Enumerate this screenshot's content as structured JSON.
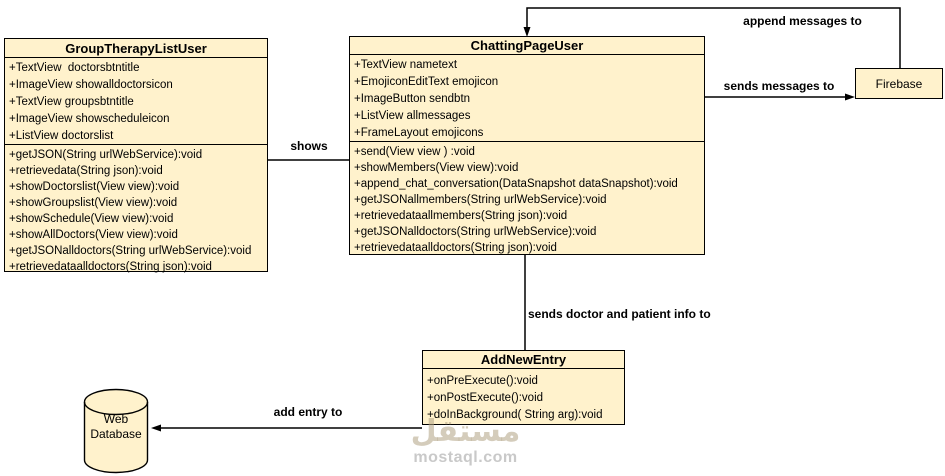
{
  "diagram": {
    "classes": [
      {
        "title": "GroupTherapyListUser",
        "attributes": [
          "+TextView  doctorsbtntitle",
          "+ImageView showalldoctorsicon",
          "+TextView groupsbtntitle",
          "+ImageView showscheduleicon",
          "+ListView doctorslist"
        ],
        "methods": [
          "+getJSON(String urlWebService):void",
          "+retrievedata(String json):void",
          "+showDoctorslist(View view):void",
          "+showGroupslist(View view):void",
          "+showSchedule(View view):void",
          "+showAllDoctors(View view):void",
          "+getJSONalldoctors(String urlWebService):void",
          "+retrievedataalldoctors(String json):void"
        ]
      },
      {
        "title": "ChattingPageUser",
        "attributes": [
          "+TextView nametext",
          "+EmojiconEditText emojicon",
          "+ImageButton sendbtn",
          "+ListView allmessages",
          "+FrameLayout emojicons"
        ],
        "methods": [
          "+send(View view ) :void",
          "+showMembers(View view):void",
          "+append_chat_conversation(DataSnapshot dataSnapshot):void",
          "+getJSONallmembers(String urlWebService):void",
          "+retrievedataallmembers(String json):void",
          "+getJSONalldoctors(String urlWebService):void",
          "+retrievedataalldoctors(String json):void"
        ]
      },
      {
        "title": "AddNewEntry",
        "attributes": [],
        "methods": [
          "+onPreExecute():void",
          "+onPostExecute():void",
          "+doInBackground( String arg):void"
        ]
      }
    ],
    "nodes": {
      "firebase": {
        "label": "Firebase"
      },
      "web_database": {
        "label": "Web Database"
      }
    },
    "edge_labels": {
      "shows": "shows",
      "append_messages": "append messages to",
      "sends_messages": "sends messages to",
      "sends_info": "sends doctor and patient info to",
      "add_entry": "add entry to"
    },
    "watermark": {
      "logo_text": "مستقل",
      "site_text": "mostaql.com"
    },
    "colors": {
      "shape_fill": "#fff2cc",
      "shape_border": "#000000",
      "connector": "#000000"
    }
  }
}
